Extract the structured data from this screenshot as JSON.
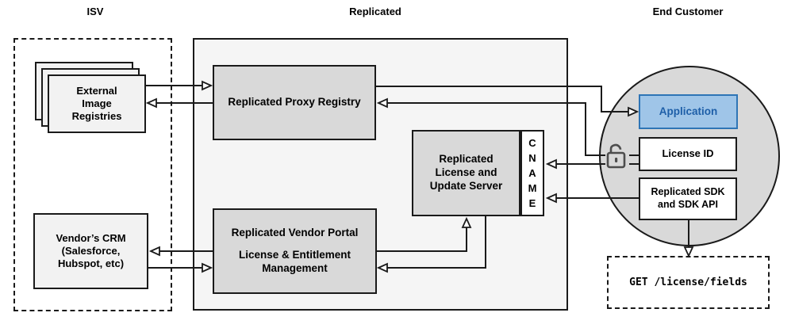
{
  "sections": {
    "isv": {
      "label": "ISV"
    },
    "replicated": {
      "label": "Replicated"
    },
    "end_customer": {
      "label": "End Customer"
    }
  },
  "nodes": {
    "external_registries": {
      "label": "External\nImage\nRegistries"
    },
    "vendors_crm": {
      "label": "Vendor’s CRM\n(Salesforce,\nHubspot, etc)"
    },
    "proxy_registry": {
      "label": "Replicated Proxy Registry"
    },
    "vendor_portal": {
      "title": "Replicated Vendor Portal",
      "subtitle": "License & Entitlement\nManagement"
    },
    "license_update_server": {
      "label": "Replicated\nLicense and\nUpdate Server"
    },
    "cname": {
      "label": "CNAME"
    },
    "application": {
      "label": "Application"
    },
    "license_id": {
      "label": "License ID"
    },
    "replicated_sdk": {
      "label": "Replicated SDK\nand SDK API"
    },
    "get_endpoint": {
      "label": "GET /license/fields"
    }
  },
  "icons": {
    "unlock": "open-padlock"
  },
  "edges": [
    {
      "from": "external-image-registries",
      "to": "replicated-proxy-registry"
    },
    {
      "from": "replicated-proxy-registry",
      "to": "external-image-registries"
    },
    {
      "from": "replicated-proxy-registry",
      "to": "application"
    },
    {
      "from": "license-id",
      "to": "replicated-proxy-registry",
      "via": "unlock-icon"
    },
    {
      "from": "license-id",
      "to": "cname",
      "via": "unlock-icon"
    },
    {
      "from": "replicated-sdk-and-sdk-api",
      "to": "cname"
    },
    {
      "from": "replicated-sdk-and-sdk-api",
      "to": "get-license-fields"
    },
    {
      "from": "replicated-vendor-portal",
      "to": "vendors-crm"
    },
    {
      "from": "vendors-crm",
      "to": "replicated-vendor-portal"
    },
    {
      "from": "replicated-vendor-portal",
      "to": "replicated-license-and-update-server"
    },
    {
      "from": "replicated-license-and-update-server",
      "to": "replicated-vendor-portal"
    }
  ],
  "colors": {
    "line": "#1a1a1a",
    "container_fill": "#f5f5f5",
    "node_fill": "#d9d9d9",
    "light_fill": "#f2f2f2",
    "white": "#ffffff",
    "app_fill": "#9fc5e8",
    "app_border": "#2e75b6",
    "app_text": "#1e5fa8",
    "lock": "#4d4d4d"
  }
}
